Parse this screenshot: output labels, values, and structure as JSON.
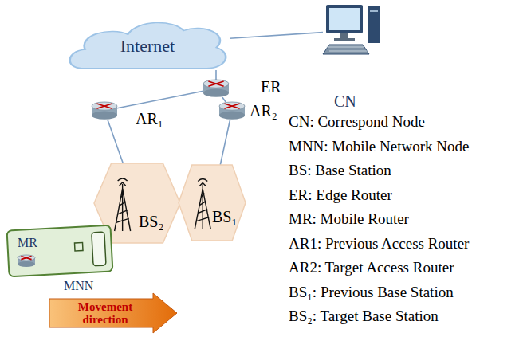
{
  "diagram": {
    "nodes": [
      {
        "text": [
          "Internet"
        ]
      },
      {
        "text": [
          "ER"
        ]
      },
      {
        "text": [
          "AR₁"
        ]
      },
      {
        "text": [
          "AR₂"
        ]
      },
      {
        "text": [
          "BS₂"
        ]
      },
      {
        "text": [
          "BS₁"
        ]
      },
      {
        "text": [
          "CN"
        ]
      },
      {
        "text": [
          "MR"
        ]
      },
      {
        "text": [
          "Movement direction"
        ]
      }
    ],
    "edges": [
      {
        "from": 0,
        "to": 1,
        "arrow": "none"
      },
      {
        "from": 1,
        "to": 2,
        "arrow": "none"
      },
      {
        "from": 1,
        "to": 3,
        "arrow": "none"
      },
      {
        "from": 2,
        "to": 4,
        "arrow": "none"
      },
      {
        "from": 3,
        "to": 5,
        "arrow": "none"
      },
      {
        "from": 0,
        "to": 6,
        "arrow": "none"
      }
    ],
    "labels": [
      "MNN",
      "CN: Correspond Node",
      "MNN: Mobile Network Node",
      "BS: Base Station",
      "ER: Edge Router",
      "MR: Mobile Router",
      "AR1: Previous Access Router",
      "AR2: Target Access Router",
      "BS₁: Previous Base Station",
      "BS₂: Target Base Station"
    ]
  }
}
